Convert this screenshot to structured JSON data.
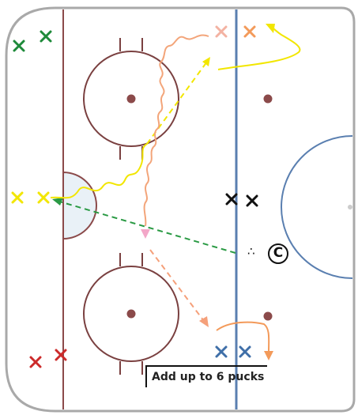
{
  "note": {
    "text": "Add up to 6 pucks"
  },
  "coach": {
    "label": "C"
  },
  "pucks": {
    "symbol": "∴"
  },
  "colors": {
    "rink_border": "#a9a9a9",
    "red_line": "#8b4a4a",
    "blue_line": "#5a7fb0",
    "center_circle": "#5a7fb0",
    "faceoff_circle": "#7a4040",
    "faceoff_dot": "#8b4a4a",
    "crease_fill": "#e9f1f7",
    "green": "#1e8a3a",
    "yellow": "#f2e600",
    "salmon": "#f3b2a2",
    "orange": "#f39a5a",
    "black": "#111111",
    "blue": "#3f6fa8",
    "red": "#cc2a2a",
    "pass_green": "#2a9a44",
    "pass_pink": "#f5a07a"
  },
  "players": [
    {
      "id": "green-x-1",
      "color": "green"
    },
    {
      "id": "green-x-2",
      "color": "green"
    },
    {
      "id": "yellow-x-1",
      "color": "yellow"
    },
    {
      "id": "yellow-x-2",
      "color": "yellow"
    },
    {
      "id": "salmon-x",
      "color": "salmon"
    },
    {
      "id": "orange-x",
      "color": "orange"
    },
    {
      "id": "black-x-1",
      "color": "black"
    },
    {
      "id": "black-x-2",
      "color": "black"
    },
    {
      "id": "red-x-1",
      "color": "red"
    },
    {
      "id": "red-x-2",
      "color": "red"
    },
    {
      "id": "blue-x-1",
      "color": "blue"
    },
    {
      "id": "blue-x-2",
      "color": "blue"
    }
  ]
}
